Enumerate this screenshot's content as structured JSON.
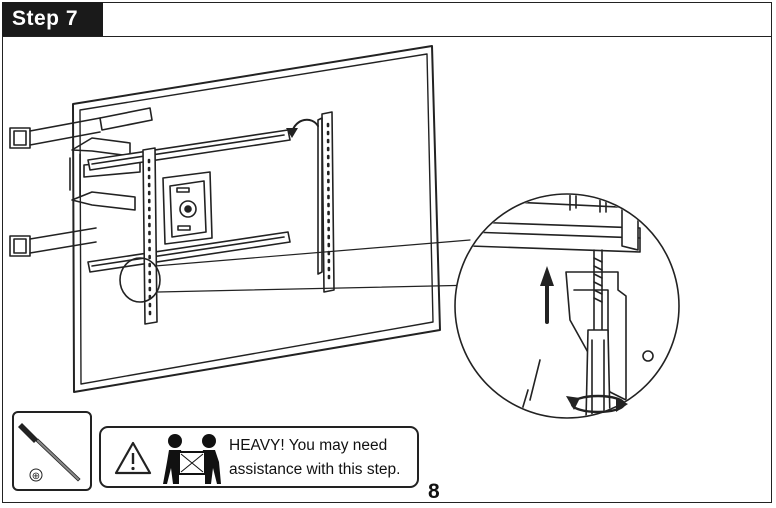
{
  "header": {
    "step_label": "Step 7"
  },
  "warning": {
    "line1": "HEAVY! You may need",
    "line2": "assistance with this step."
  },
  "tool": {
    "name": "Phillips screwdriver",
    "symbol": "⊕"
  },
  "icons": [
    "warning-triangle-icon",
    "two-person-lift-icon",
    "screwdriver-icon",
    "rotate-arrow-icon",
    "up-arrow-icon"
  ],
  "page_number": "8"
}
